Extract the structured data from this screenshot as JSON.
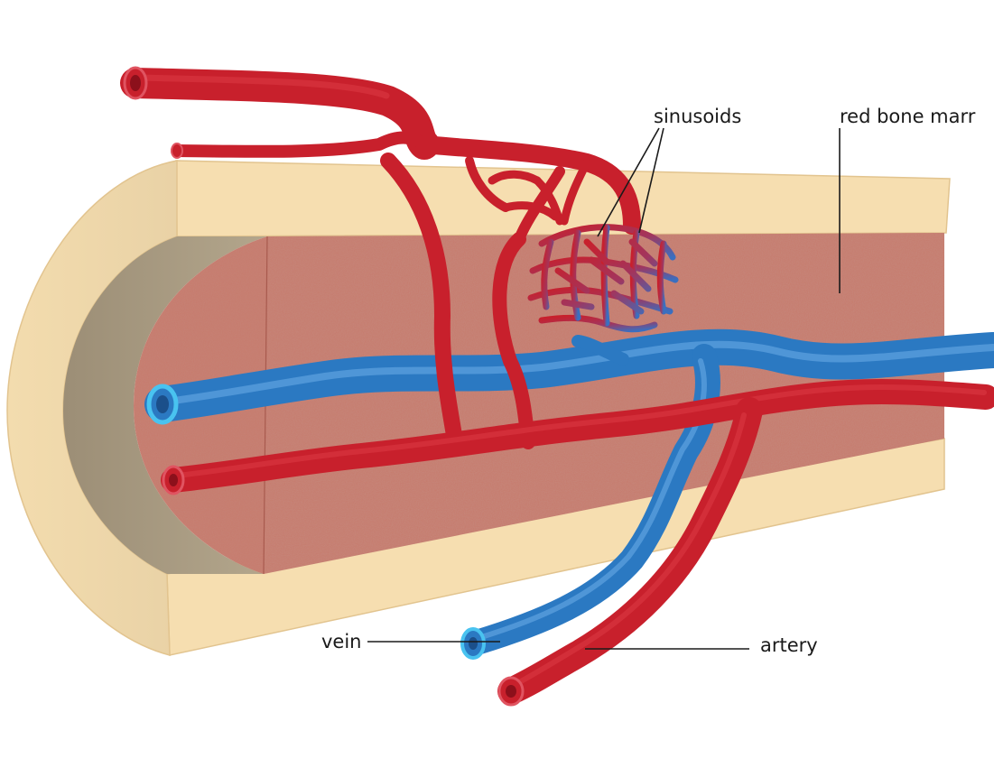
{
  "labels": {
    "sinusoids": "sinusoids",
    "red_bone_marrow": "red bone marr",
    "vein": "vein",
    "artery": "artery"
  },
  "colors": {
    "artery": "#c8202c",
    "vein": "#2b79c2",
    "vein_lumen": "#49c3f0",
    "marrow": "#c77a6c",
    "compact_bone": "#f6deb0",
    "bone_inner": "#d9c7a8",
    "bone_cavity": "#a89a80"
  }
}
